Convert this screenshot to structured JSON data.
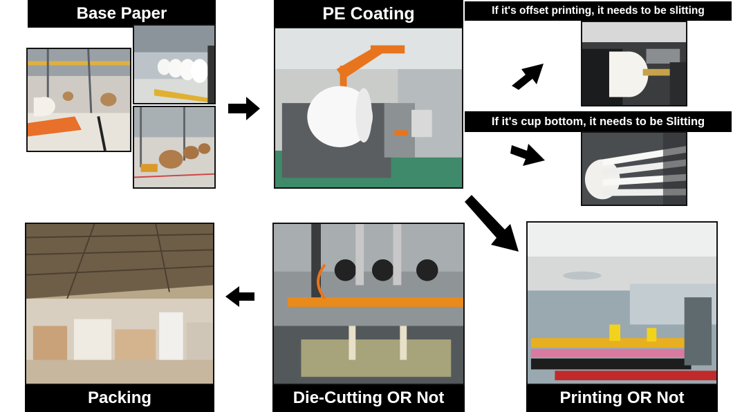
{
  "steps": {
    "base_paper": "Base Paper",
    "pe_coating": "PE Coating",
    "offset_note": "If it's offset printing, it needs to be slitting",
    "cup_bottom_note": "If it's cup bottom, it needs to be Slitting",
    "printing": "Printing OR Not",
    "die_cutting": "Die-Cutting OR Not",
    "packing": "Packing"
  },
  "photos": [
    "factory-warehouse-rolls-photo",
    "white-paper-rolls-row-photo",
    "kraft-paper-rolls-photo",
    "pe-coating-machine-photo",
    "offset-slitting-machine-photo",
    "cup-bottom-slitting-strips-photo",
    "printing-machine-photo",
    "die-cutting-machine-photo",
    "packing-warehouse-photo"
  ],
  "colors": {
    "label_bg": "#000000",
    "label_text": "#ffffff",
    "arrow": "#000000",
    "machine_orange": "#e8741e",
    "factory_floor_green": "#3f8a6a"
  }
}
